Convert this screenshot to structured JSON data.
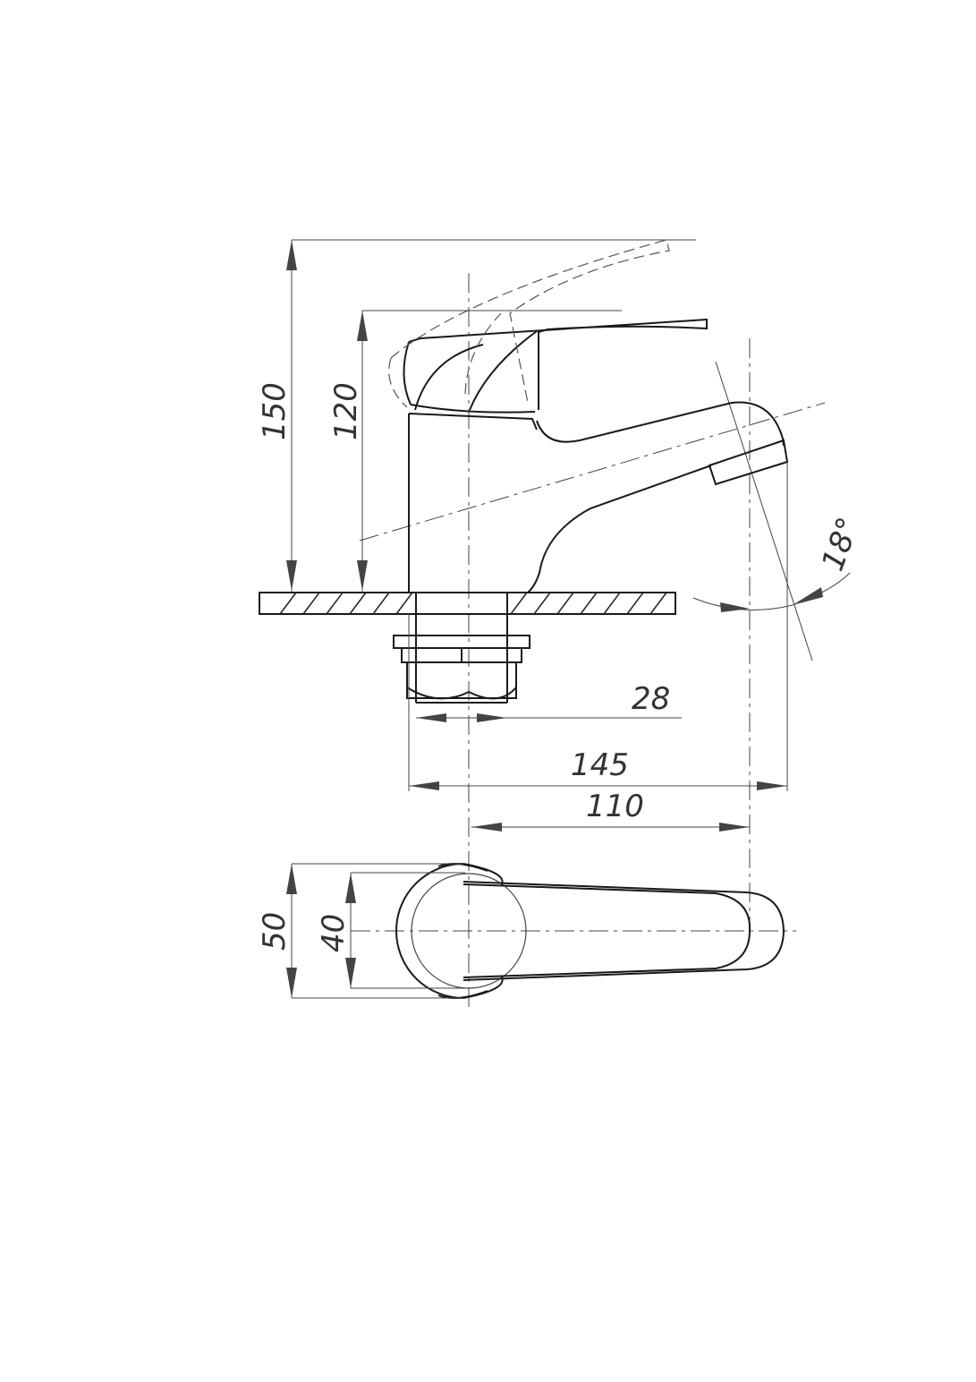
{
  "drawing": {
    "dimensions": {
      "total_height": "150",
      "lever_height": "120",
      "connection_diameter": "28",
      "total_length": "145",
      "spout_reach": "110",
      "base_outer_diameter": "50",
      "base_inner_diameter": "40",
      "spout_angle": "18°"
    }
  }
}
